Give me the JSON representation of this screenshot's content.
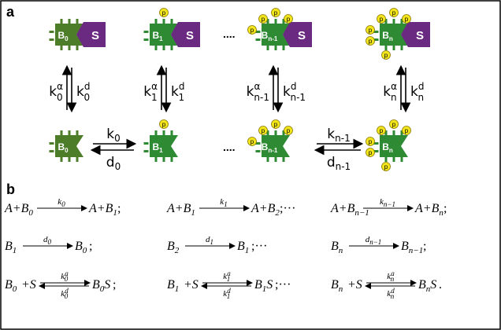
{
  "panel_labels": {
    "a": "a",
    "b": "b"
  },
  "colors": {
    "green": "#2e8b34",
    "dark_green": "#4e7d2a",
    "purple": "#6b2a82",
    "yellow": "#f2e51c",
    "border": "#000000"
  },
  "substrate": "S",
  "phospho": "p",
  "ellipsis": "....",
  "molecules_top": [
    {
      "id": "B",
      "sub": "0",
      "p": 0
    },
    {
      "id": "B",
      "sub": "1",
      "p": 1
    },
    {
      "id": "B",
      "sub": "n-1",
      "p": 4
    },
    {
      "id": "B",
      "sub": "n",
      "p": 6
    }
  ],
  "vertical_rates": [
    {
      "k": "k",
      "up_sup": "α",
      "down_sup": "d",
      "sub": "0"
    },
    {
      "k": "k",
      "up_sup": "α",
      "down_sup": "d",
      "sub": "1"
    },
    {
      "k": "k",
      "up_sup": "α",
      "down_sup": "d",
      "sub": "n-1"
    },
    {
      "k": "k",
      "up_sup": "α",
      "down_sup": "d",
      "sub": "n"
    }
  ],
  "horizontal_rates": [
    {
      "fwd": "k",
      "fwd_sub": "0",
      "rev": "d",
      "rev_sub": "0"
    },
    {
      "fwd": "k",
      "fwd_sub": "n-1",
      "rev": "d",
      "rev_sub": "n-1"
    }
  ],
  "equations": {
    "line1": [
      {
        "lhs": "A+B",
        "lhs_sub": "0",
        "rate": "k",
        "rate_sub": "0",
        "rhs": "A+B",
        "rhs_sub": "1",
        "end": ";"
      },
      {
        "lhs": "A+B",
        "lhs_sub": "1",
        "rate": "k",
        "rate_sub": "1",
        "rhs": "A+B",
        "rhs_sub": "2",
        "end": ";···"
      },
      {
        "lhs": "A+B",
        "lhs_sub": "n−1",
        "rate": "k",
        "rate_sub": "n−1",
        "rhs": "A+B",
        "rhs_sub": "n",
        "end": ";"
      }
    ],
    "line2": [
      {
        "lhs": "B",
        "lhs_sub": "1",
        "rate": "d",
        "rate_sub": "0",
        "rhs": "B",
        "rhs_sub": "0",
        "end": ";"
      },
      {
        "lhs": "B",
        "lhs_sub": "2",
        "rate": "d",
        "rate_sub": "1",
        "rhs": "B",
        "rhs_sub": "1",
        "end": ";···"
      },
      {
        "lhs": "B",
        "lhs_sub": "n",
        "rate": "d",
        "rate_sub": "n−1",
        "rhs": "B",
        "rhs_sub": "n−1",
        "end": ";"
      }
    ],
    "line3": [
      {
        "lhs": "B",
        "lhs_sub": "0",
        "plus": "+S",
        "up": "k",
        "up_sub": "0",
        "up_sup": "a",
        "down": "k",
        "down_sub": "0",
        "down_sup": "d",
        "rhs": "B",
        "rhs_sub": "0",
        "rhs_tail": "S",
        "end": ";"
      },
      {
        "lhs": "B",
        "lhs_sub": "1",
        "plus": "+S",
        "up": "k",
        "up_sub": "1",
        "up_sup": "a",
        "down": "k",
        "down_sub": "1",
        "down_sup": "d",
        "rhs": "B",
        "rhs_sub": "1",
        "rhs_tail": "S",
        "end": ";···"
      },
      {
        "lhs": "B",
        "lhs_sub": "n",
        "plus": "+S",
        "up": "k",
        "up_sub": "n",
        "up_sup": "a",
        "down": "k",
        "down_sub": "n",
        "down_sup": "d",
        "rhs": "B",
        "rhs_sub": "n",
        "rhs_tail": "S",
        "end": "."
      }
    ]
  }
}
